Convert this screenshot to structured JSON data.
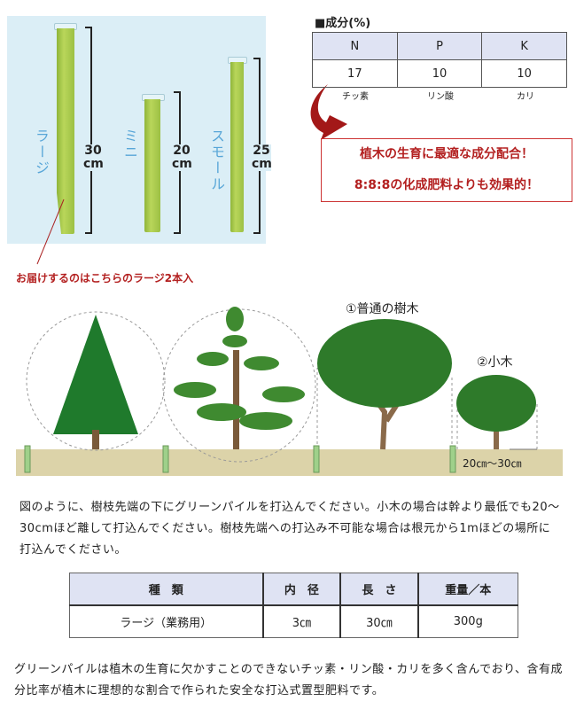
{
  "products": {
    "sizes": [
      {
        "name": "ラージ",
        "length": "30",
        "unit": "cm"
      },
      {
        "name": "ミニ",
        "length": "20",
        "unit": "cm"
      },
      {
        "name": "スモール",
        "length": "25",
        "unit": "cm"
      }
    ],
    "caption": "お届けするのはこちらのラージ2本入"
  },
  "composition": {
    "title": "■成分(%)",
    "headers": [
      "N",
      "P",
      "K"
    ],
    "values": [
      "17",
      "10",
      "10"
    ],
    "labels": [
      "チッ素",
      "リン酸",
      "カリ"
    ]
  },
  "callout": {
    "line1": "植木の生育に最適な成分配合！",
    "line2": "8:8:8の化成肥料よりも効果的！"
  },
  "diagram": {
    "tree1_label": "①普通の樹木",
    "tree2_label": "②小木",
    "distance_label": "20㎝〜30㎝"
  },
  "instructions": "図のように、樹枝先端の下にグリーンパイルを打込んでください。小木の場合は幹より最低でも20〜30cmほど離して打込んでください。樹枝先端への打込み不可能な場合は根元から1mほどの場所に打込んでください。",
  "spec_table": {
    "headers": [
      "種　類",
      "内　径",
      "長　さ",
      "重量／本"
    ],
    "row": [
      "ラージ（業務用）",
      "3㎝",
      "30㎝",
      "300g"
    ]
  },
  "description": "グリーンパイルは植木の生育に欠かすことのできないチッ素・リン酸・カリを多く含んでおり、含有成分比率が植木に理想的な割合で作られた安全な打込式置型肥料です。"
}
